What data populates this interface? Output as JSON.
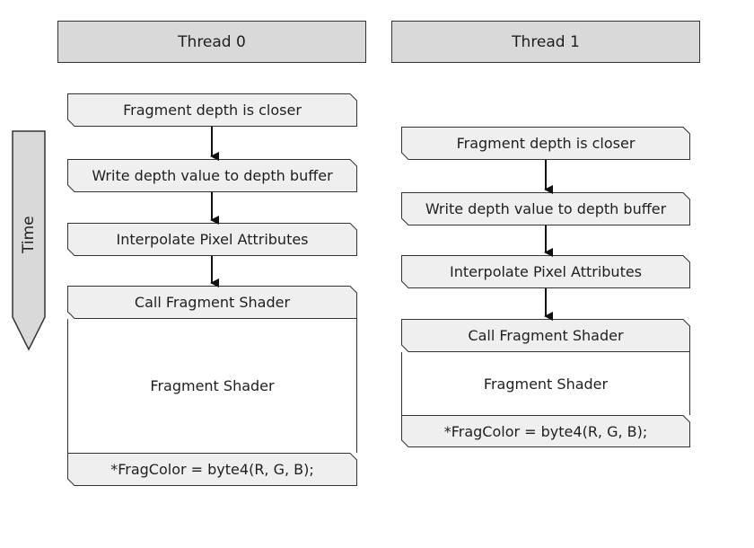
{
  "threads": [
    {
      "header": "Thread 0",
      "steps": [
        "Fragment depth is closer",
        "Write depth value to depth buffer",
        "Interpolate Pixel Attributes",
        "Call Fragment Shader"
      ],
      "shader_body": "Fragment Shader",
      "shader_footer": "*FragColor = byte4(R, G, B);"
    },
    {
      "header": "Thread 1",
      "steps": [
        "Fragment depth is closer",
        "Write depth value to depth buffer",
        "Interpolate Pixel Attributes",
        "Call Fragment Shader"
      ],
      "shader_body": "Fragment Shader",
      "shader_footer": "*FragColor = byte4(R, G, B);"
    }
  ],
  "time_axis": {
    "label": "Time"
  },
  "colors": {
    "header_fill": "#d9d9d9",
    "step_fill": "#efefef",
    "stroke": "#333333"
  }
}
